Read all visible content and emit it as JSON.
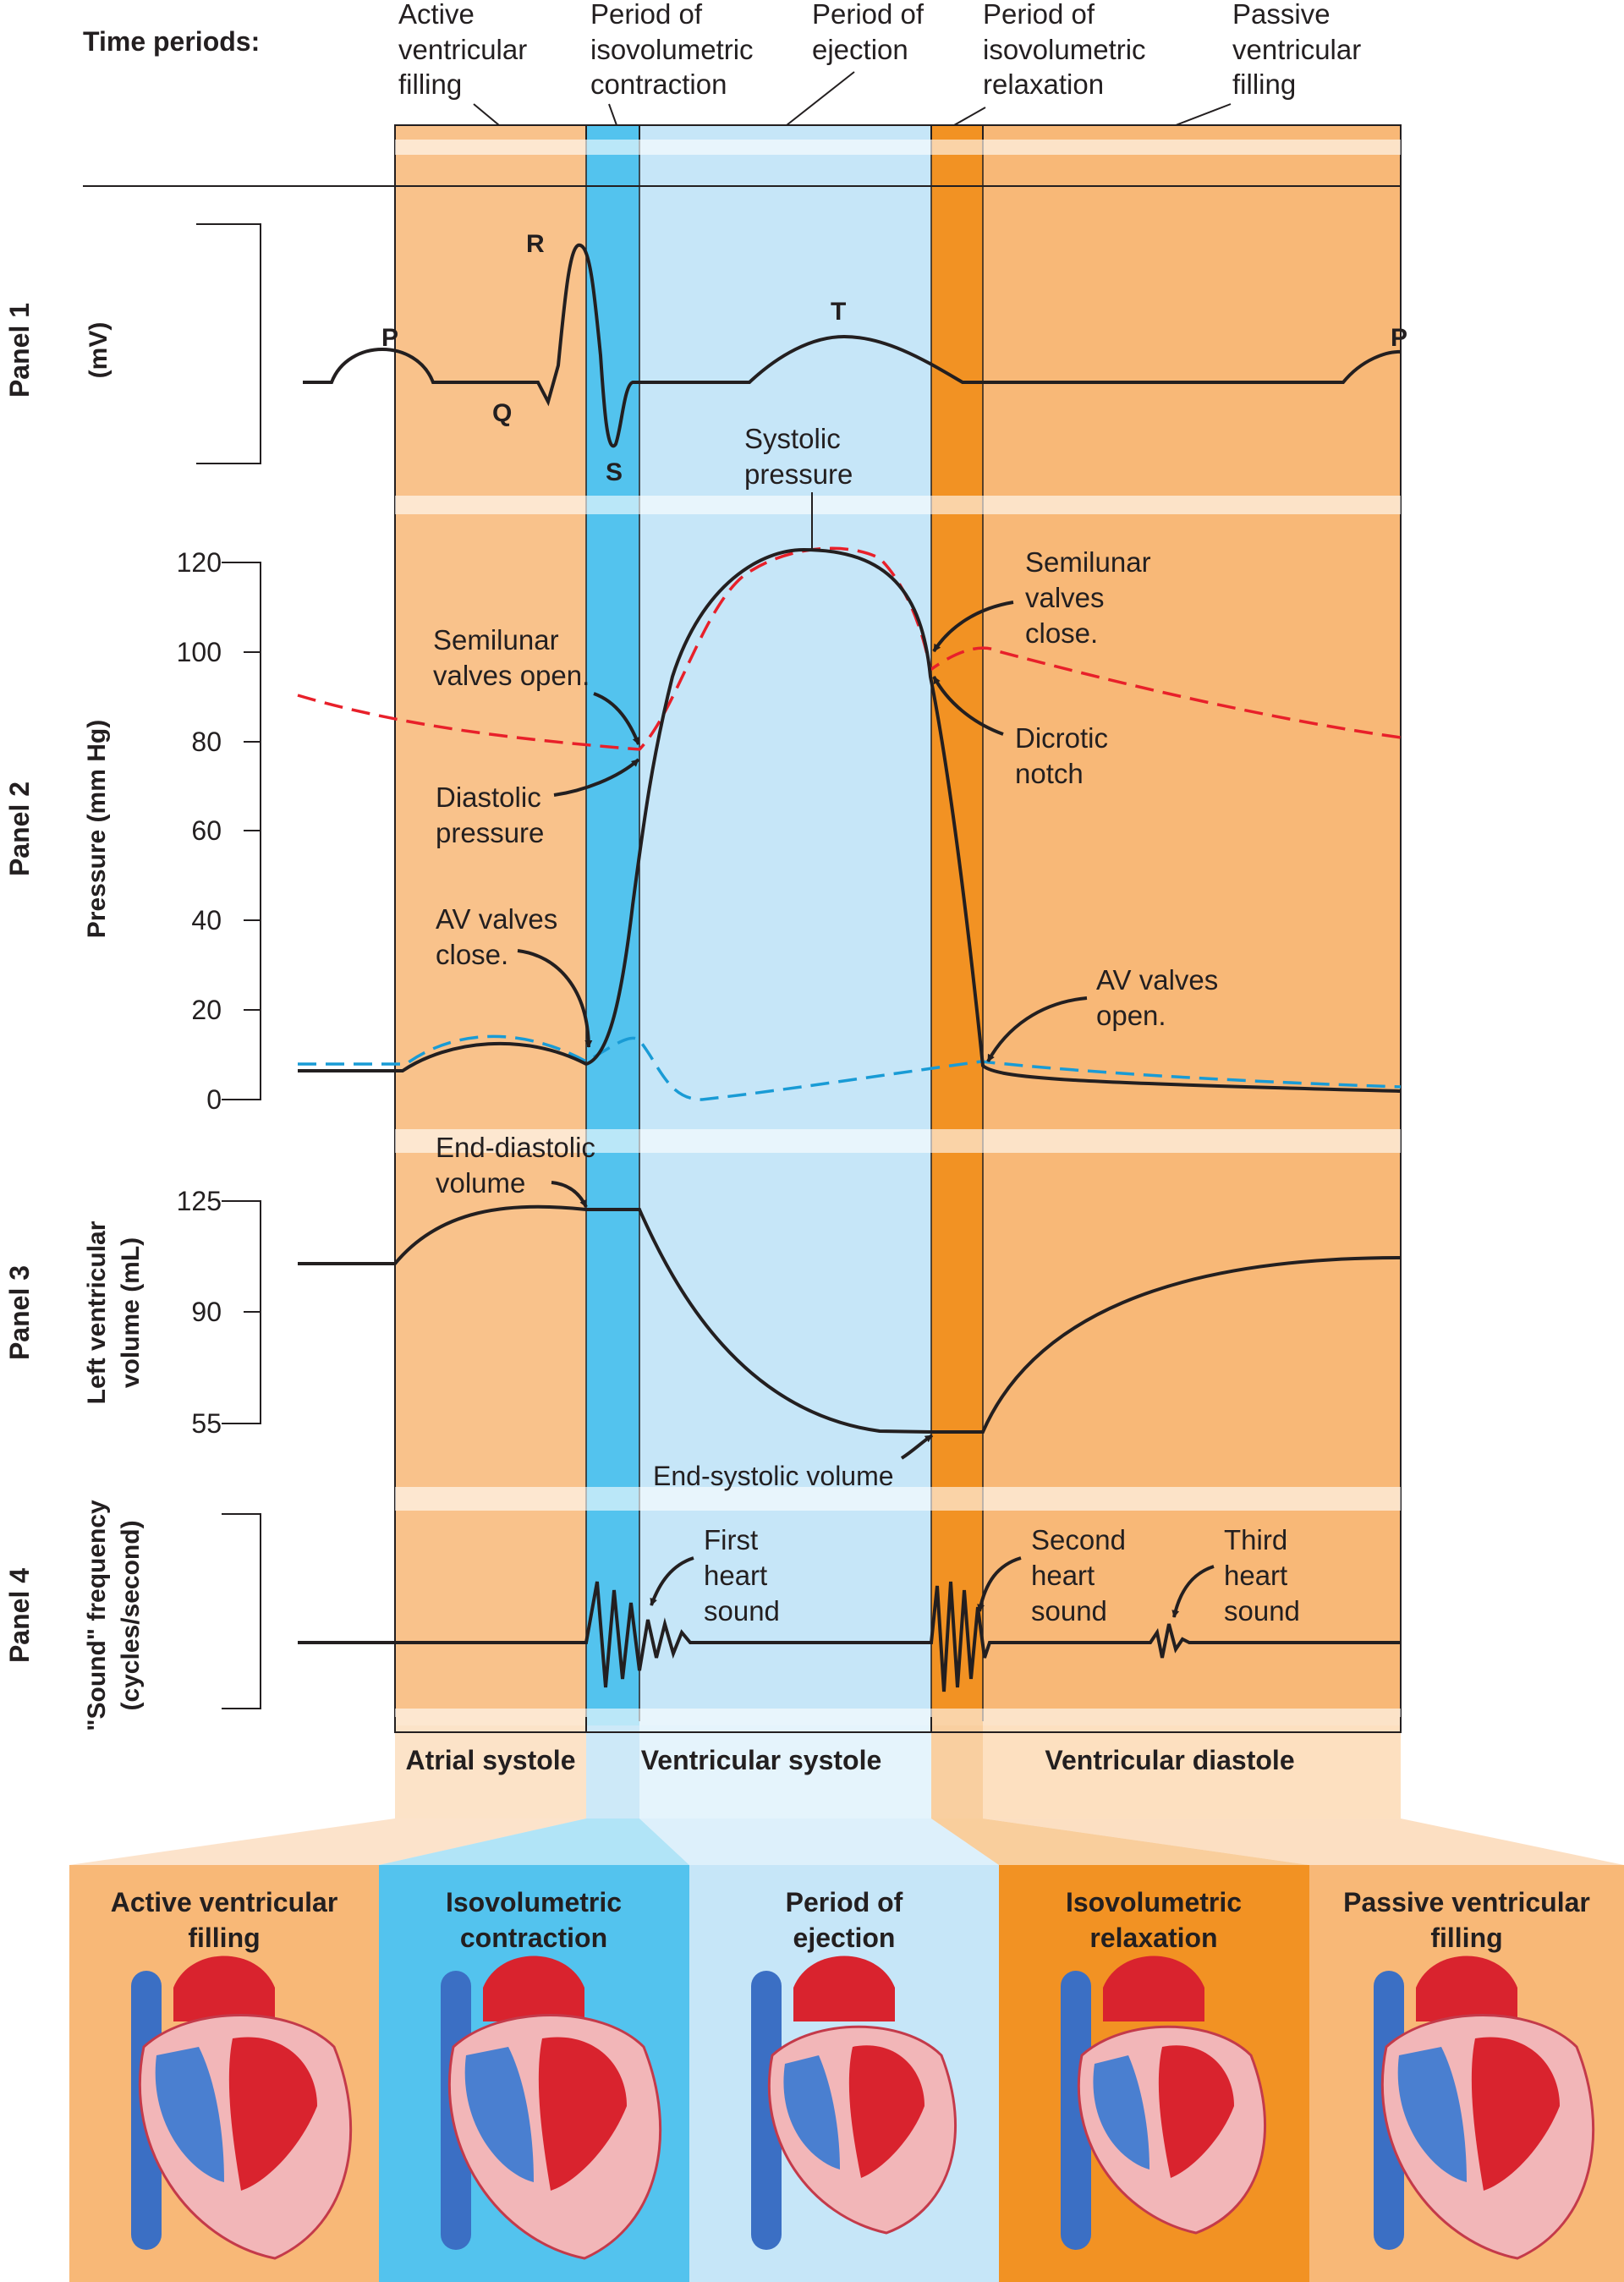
{
  "time_periods": {
    "heading": "Time periods:",
    "active_ventricular_filling": [
      "Active",
      "ventricular",
      "filling"
    ],
    "isovolumetric_contraction": [
      "Period of",
      "isovolumetric",
      "contraction"
    ],
    "ejection": [
      "Period of",
      "ejection"
    ],
    "isovolumetric_relaxation": [
      "Period of",
      "isovolumetric",
      "relaxation"
    ],
    "passive_ventricular_filling": [
      "Passive",
      "ventricular",
      "filling"
    ]
  },
  "panel1": {
    "label": "Panel 1",
    "axis": "(mV)",
    "waves": {
      "P1": "P",
      "Q": "Q",
      "R": "R",
      "S": "S",
      "T": "T",
      "P2": "P"
    }
  },
  "panel2": {
    "label": "Panel 2",
    "axis": "Pressure (mm Hg)",
    "ticks": [
      "120",
      "100",
      "80",
      "60",
      "40",
      "20",
      "0"
    ],
    "annotations": {
      "systolic": [
        "Systolic",
        "pressure"
      ],
      "semilunar_open": [
        "Semilunar",
        "valves open."
      ],
      "semilunar_close": [
        "Semilunar",
        "valves",
        "close."
      ],
      "dicrotic": [
        "Dicrotic",
        "notch"
      ],
      "diastolic": [
        "Diastolic",
        "pressure"
      ],
      "av_close": [
        "AV valves",
        "close."
      ],
      "av_open": [
        "AV valves",
        "open."
      ]
    }
  },
  "panel3": {
    "label": "Panel 3",
    "axis": [
      "Left ventricular",
      "volume (mL)"
    ],
    "ticks": [
      "125",
      "90",
      "55"
    ],
    "annotations": {
      "end_diastolic": [
        "End-diastolic",
        "volume"
      ],
      "end_systolic": "End-systolic volume"
    }
  },
  "panel4": {
    "label": "Panel 4",
    "axis": [
      "\"Sound\" frequency",
      "(cycles/second)"
    ],
    "annotations": {
      "first": [
        "First",
        "heart",
        "sound"
      ],
      "second": [
        "Second",
        "heart",
        "sound"
      ],
      "third": [
        "Third",
        "heart",
        "sound"
      ]
    }
  },
  "phases": {
    "atrial_systole": "Atrial systole",
    "ventricular_systole": "Ventricular systole",
    "ventricular_diastole": "Ventricular diastole"
  },
  "heart_boxes": [
    [
      "Active ventricular",
      "filling"
    ],
    [
      "Isovolumetric",
      "contraction"
    ],
    [
      "Period of",
      "ejection"
    ],
    [
      "Isovolumetric",
      "relaxation"
    ],
    [
      "Passive ventricular",
      "filling"
    ]
  ],
  "colors": {
    "active_filling": "#f9c28b",
    "iso_contraction": "#53c3ee",
    "ejection": "#c6e6f8",
    "iso_relaxation": "#f29223",
    "passive_filling": "#f8b877",
    "aortic_pressure": "#e8202a",
    "atrial_pressure": "#199bd5",
    "ventricular_pressure": "#231f20"
  }
}
